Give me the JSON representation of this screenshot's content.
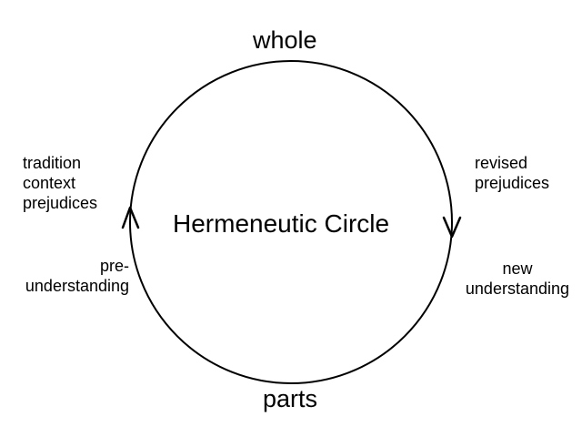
{
  "title": "Hermeneutic Circle",
  "top_label": "whole",
  "bottom_label": "parts",
  "left_upper": [
    "tradition",
    "context",
    "prejudices"
  ],
  "left_lower": [
    "pre-",
    "understanding"
  ],
  "right_upper": [
    "revised",
    "prejudices"
  ],
  "right_lower": [
    "new",
    "understanding"
  ],
  "colors": {
    "stroke": "#000000",
    "background": "#ffffff",
    "text": "#000000"
  },
  "arrows": {
    "left": "up-arrow-icon",
    "right": "down-arrow-icon"
  }
}
